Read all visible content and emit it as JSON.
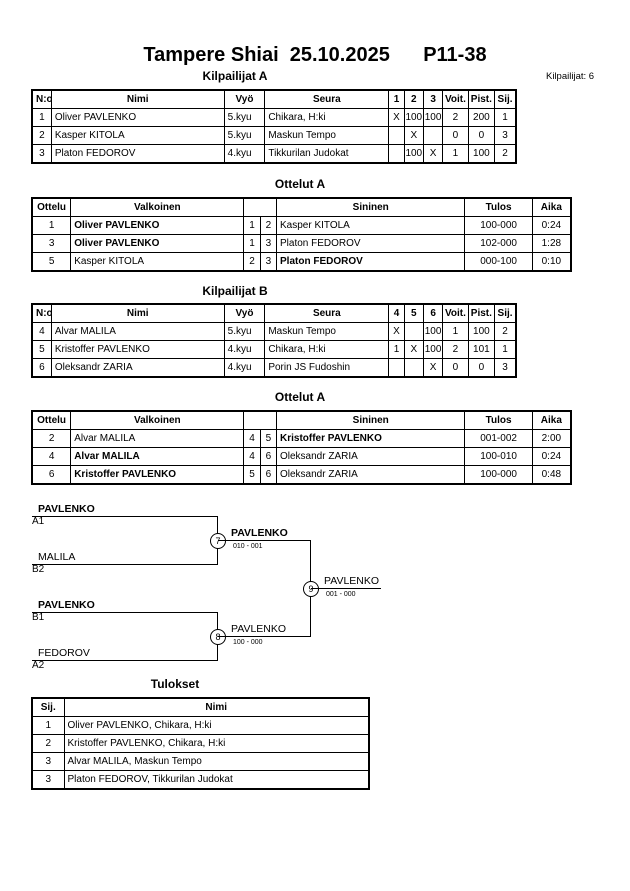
{
  "header": {
    "title": "Tampere Shiai  25.10.2025      P11-38",
    "competitors_count": "Kilpailijat: 6"
  },
  "pool_a": {
    "heading": "Kilpailijat A",
    "columns": [
      "N:o",
      "Nimi",
      "Vyö",
      "Seura",
      "1",
      "2",
      "3",
      "Voit.",
      "Pist.",
      "Sij."
    ],
    "rows": [
      {
        "no": "1",
        "name": "Oliver PAVLENKO",
        "belt": "5.kyu",
        "club": "Chikara, H:ki",
        "m1": "X",
        "m2": "100",
        "m3": "100",
        "wins": "2",
        "points": "200",
        "place": "1"
      },
      {
        "no": "2",
        "name": "Kasper KITOLA",
        "belt": "5.kyu",
        "club": "Maskun Tempo",
        "m1": "",
        "m2": "X",
        "m3": "",
        "wins": "0",
        "points": "0",
        "place": "3"
      },
      {
        "no": "3",
        "name": "Platon FEDOROV",
        "belt": "4.kyu",
        "club": "Tikkurilan Judokat",
        "m1": "",
        "m2": "100",
        "m3": "X",
        "wins": "1",
        "points": "100",
        "place": "2"
      }
    ]
  },
  "matches_a": {
    "heading": "Ottelut A",
    "columns": [
      "Ottelu",
      "Valkoinen",
      "Sininen",
      "Tulos",
      "Aika"
    ],
    "rows": [
      {
        "match": "1",
        "white": "Oliver PAVLENKO",
        "wn": "1",
        "bn": "2",
        "blue": "Kasper KITOLA",
        "result": "100-000",
        "time": "0:24"
      },
      {
        "match": "3",
        "white": "Oliver PAVLENKO",
        "wn": "1",
        "bn": "3",
        "blue": "Platon FEDOROV",
        "result": "102-000",
        "time": "1:28"
      },
      {
        "match": "5",
        "white": "Kasper KITOLA",
        "wn": "2",
        "bn": "3",
        "blue": "Platon FEDOROV",
        "result": "000-100",
        "time": "0:10"
      }
    ]
  },
  "pool_b": {
    "heading": "Kilpailijat B",
    "columns": [
      "N:o",
      "Nimi",
      "Vyö",
      "Seura",
      "4",
      "5",
      "6",
      "Voit.",
      "Pist.",
      "Sij."
    ],
    "rows": [
      {
        "no": "4",
        "name": "Alvar MALILA",
        "belt": "5.kyu",
        "club": "Maskun Tempo",
        "m1": "X",
        "m2": "",
        "m3": "100",
        "wins": "1",
        "points": "100",
        "place": "2"
      },
      {
        "no": "5",
        "name": "Kristoffer PAVLENKO",
        "belt": "4.kyu",
        "club": "Chikara, H:ki",
        "m1": "1",
        "m2": "X",
        "m3": "100",
        "wins": "2",
        "points": "101",
        "place": "1"
      },
      {
        "no": "6",
        "name": "Oleksandr ZARIA",
        "belt": "4.kyu",
        "club": "Porin JS Fudoshin",
        "m1": "",
        "m2": "",
        "m3": "X",
        "wins": "0",
        "points": "0",
        "place": "3"
      }
    ]
  },
  "matches_b": {
    "heading": "Ottelut A",
    "columns": [
      "Ottelu",
      "Valkoinen",
      "Sininen",
      "Tulos",
      "Aika"
    ],
    "rows": [
      {
        "match": "2",
        "white": "Alvar MALILA",
        "wn": "4",
        "bn": "5",
        "blue": "Kristoffer PAVLENKO",
        "result": "001-002",
        "time": "2:00"
      },
      {
        "match": "4",
        "white": "Alvar MALILA",
        "wn": "4",
        "bn": "6",
        "blue": "Oleksandr ZARIA",
        "result": "100-010",
        "time": "0:24"
      },
      {
        "match": "6",
        "white": "Kristoffer PAVLENKO",
        "wn": "5",
        "bn": "6",
        "blue": "Oleksandr ZARIA",
        "result": "100-000",
        "time": "0:48"
      }
    ]
  },
  "bracket": {
    "semi1_top": {
      "name": "PAVLENKO",
      "code": "A1"
    },
    "semi1_bottom": {
      "name": "MALILA",
      "code": "B2"
    },
    "semi2_top": {
      "name": "PAVLENKO",
      "code": "B1"
    },
    "semi2_bottom": {
      "name": "FEDOROV",
      "code": "A2"
    },
    "match7": {
      "no": "7",
      "winner": "PAVLENKO",
      "score": "010 - 001"
    },
    "match8": {
      "no": "8",
      "winner": "PAVLENKO",
      "score": "100 - 000"
    },
    "match9": {
      "no": "9",
      "winner": "PAVLENKO",
      "score": "001 - 000"
    }
  },
  "results": {
    "heading": "Tulokset",
    "columns": [
      "Sij.",
      "Nimi"
    ],
    "rows": [
      {
        "place": "1",
        "name": "Oliver PAVLENKO, Chikara, H:ki"
      },
      {
        "place": "2",
        "name": "Kristoffer PAVLENKO, Chikara, H:ki"
      },
      {
        "place": "3",
        "name": "Alvar MALILA, Maskun Tempo"
      },
      {
        "place": "3",
        "name": "Platon FEDOROV, Tikkurilan Judokat"
      }
    ]
  }
}
